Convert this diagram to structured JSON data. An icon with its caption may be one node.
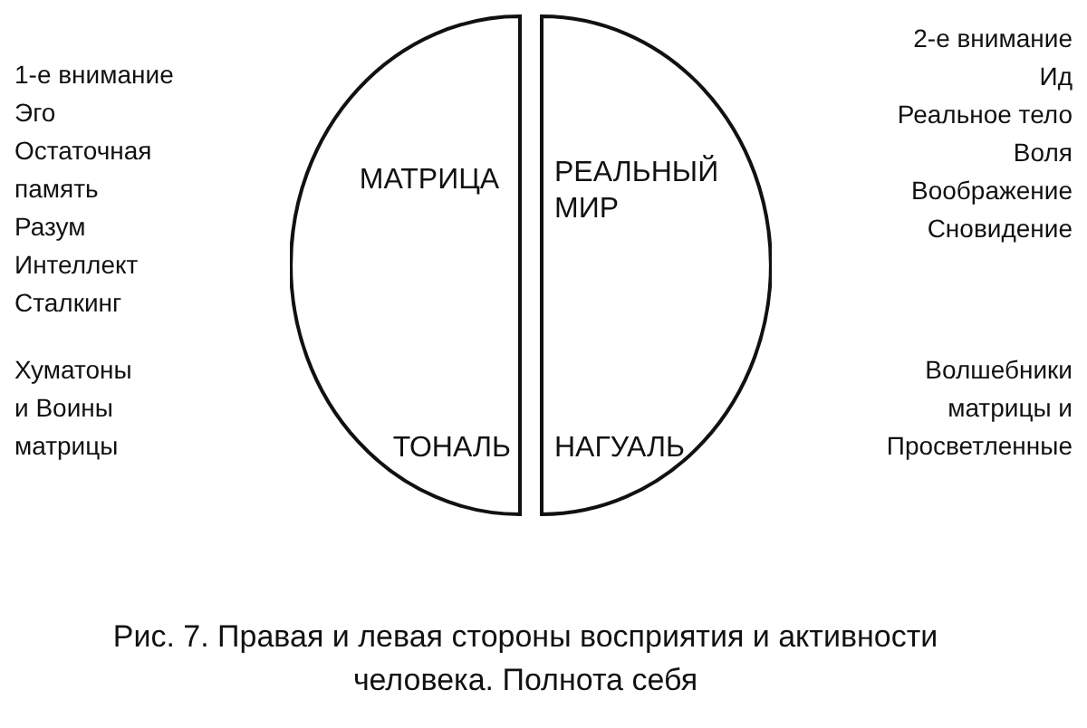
{
  "diagram": {
    "caption": "Рис. 7. Правая и левая стороны восприятия и активности человека. Полнота себя",
    "nodes": [
      {
        "text": [
          "МАТРИЦА",
          "ТОНАЛЬ"
        ]
      },
      {
        "text": [
          "РЕАЛЬНЫЙ МИР",
          "НАГУАЛЬ"
        ]
      }
    ],
    "edges": [],
    "labels": [
      "1-е внимание",
      "Эго",
      "Остаточная память",
      "Разум",
      "Интеллект",
      "Сталкинг",
      "Хуматоны и Воины матрицы",
      "2-е внимание",
      "Ид",
      "Реальное тело",
      "Воля",
      "Воображение",
      "Сновидение",
      "Волшебники матрицы и Просветленные"
    ]
  }
}
